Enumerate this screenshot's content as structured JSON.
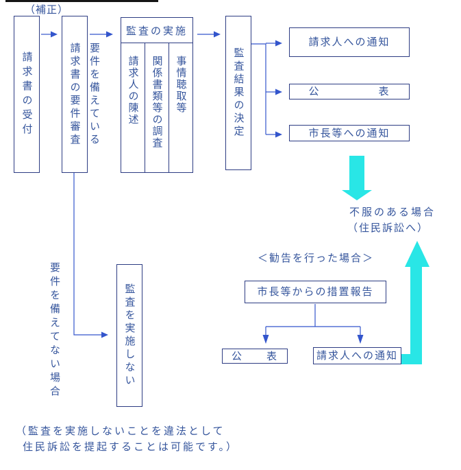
{
  "colors": {
    "box_border": "#2c3b82",
    "text": "#35559c",
    "thin_arrow": "#3355cc",
    "thick_arrow_cyan": "#29e6e6",
    "title_bar_remnant": "#161616"
  },
  "annotations": {
    "correction": "（補正）",
    "requirements_met": "要件を備えている",
    "requirements_not_met": "要件を備えてない場合",
    "dissatisfied_line1": "不服のある場合",
    "dissatisfied_line2": "（住民訴訟へ）",
    "recommendation_case": "＜勧告を行った場合＞",
    "note_line1": "（監査を実施しないことを違法として",
    "note_line2": "住民訴訟を提起することは可能です。）"
  },
  "boxes": {
    "receipt": "請求書の受付",
    "requirement_review": "請求書の要件審査",
    "audit_execution_header": "監査の実施",
    "audit_col_statement": "請求人の陳述",
    "audit_col_documents": "関係書類等の調査",
    "audit_col_hearing": "事情聴取等",
    "result_decision": "監査結果の決定",
    "notify_claimant": "請求人への通知",
    "publication_top": "公　　　　　表",
    "notify_mayor": "市長等への通知",
    "measure_report": "市長等からの措置報告",
    "publication_bottom": "公　　表",
    "notify_claimant_bottom": "請求人への通知",
    "no_audit": "監査を実施しない"
  }
}
